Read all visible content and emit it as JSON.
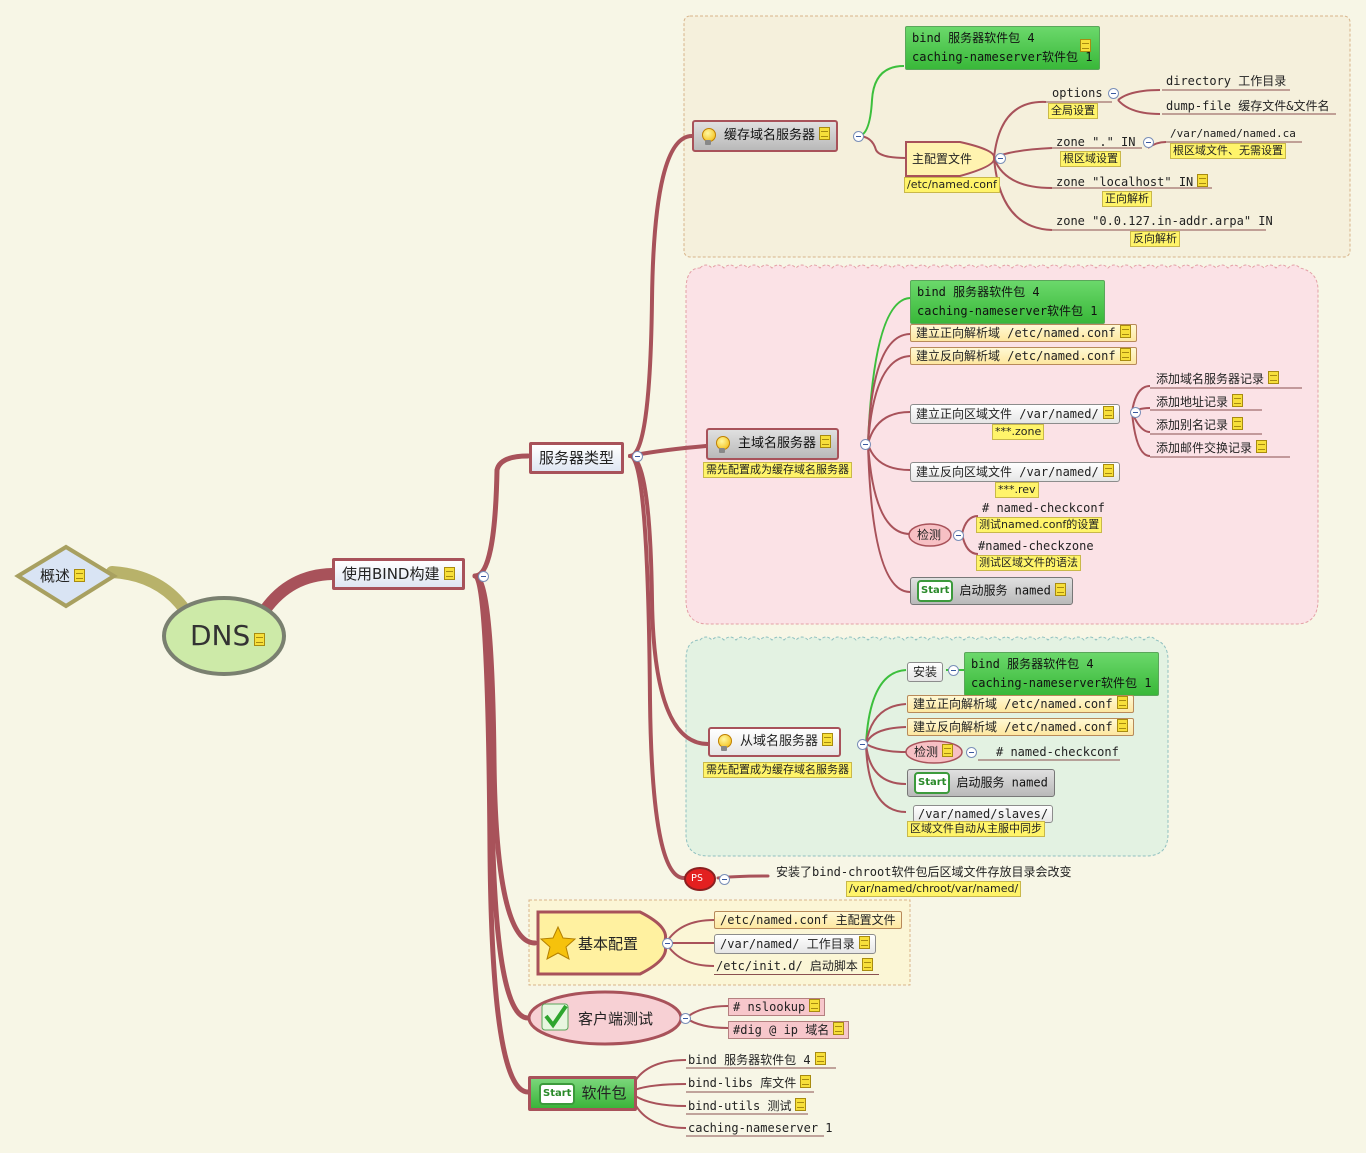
{
  "root": {
    "label": "DNS"
  },
  "overview": {
    "label": "概述"
  },
  "build": {
    "label": "使用BIND构建"
  },
  "server_types": {
    "label": "服务器类型",
    "caching": {
      "label": "缓存域名服务器",
      "pkg_line1": "bind 服务器软件包 4",
      "pkg_line2": "caching-nameserver软件包 1",
      "main_conf": "主配置文件",
      "main_conf_path": "/etc/named.conf",
      "options": "options",
      "options_note": "全局设置",
      "directory": "directory 工作目录",
      "dumpfile": "dump-file 缓存文件&文件名",
      "zone_root": "zone \".\" IN",
      "zone_root_note": "根区域设置",
      "named_ca": "/var/named/named.ca",
      "named_ca_note": "根区域文件、无需设置",
      "zone_localhost": "zone \"localhost\" IN",
      "zone_localhost_note": "正向解析",
      "zone_reverse": "zone \"0.0.127.in-addr.arpa\" IN",
      "zone_reverse_note": "反向解析"
    },
    "master": {
      "label": "主域名服务器",
      "note": "需先配置成为缓存域名服务器",
      "pkg_line1": "bind 服务器软件包 4",
      "pkg_line2": "caching-nameserver软件包 1",
      "fwd_domain": "建立正向解析域 /etc/named.conf",
      "rev_domain": "建立反向解析域 /etc/named.conf",
      "fwd_zone_file": "建立正向区域文件 /var/named/",
      "fwd_zone_note": "***.zone",
      "rev_zone_file": "建立反向区域文件 /var/named/",
      "rev_zone_note": "***.rev",
      "records": [
        "添加域名服务器记录",
        "添加地址记录",
        "添加别名记录",
        "添加邮件交换记录"
      ],
      "check": "检测",
      "checkconf": "# named-checkconf",
      "checkconf_note": "测试named.conf的设置",
      "checkzone": "#named-checkzone",
      "checkzone_note": "测试区域文件的语法",
      "start_service": "启动服务 named"
    },
    "slave": {
      "label": "从域名服务器",
      "note": "需先配置成为缓存域名服务器",
      "install": "安装",
      "pkg_line1": "bind 服务器软件包 4",
      "pkg_line2": "caching-nameserver软件包 1",
      "fwd_domain": "建立正向解析域 /etc/named.conf",
      "rev_domain": "建立反向解析域 /etc/named.conf",
      "check": "检测",
      "checkconf": "# named-checkconf",
      "start_service": "启动服务 named",
      "slaves_dir": "/var/named/slaves/",
      "slaves_note": "区域文件自动从主服中同步"
    },
    "ps": {
      "label": "PS",
      "text": "安装了bind-chroot软件包后区域文件存放目录会改变",
      "path": "/var/named/chroot/var/named/"
    }
  },
  "basic_config": {
    "label": "基本配置",
    "items": [
      "/etc/named.conf 主配置文件",
      "/var/named/ 工作目录",
      "/etc/init.d/ 启动脚本"
    ]
  },
  "client_test": {
    "label": "客户端测试",
    "items": [
      "# nslookup",
      "#dig @ ip 域名"
    ]
  },
  "packages": {
    "label": "软件包",
    "items": [
      "bind 服务器软件包 4",
      "bind-libs 库文件",
      "bind-utils 测试",
      "caching-nameserver 1"
    ]
  },
  "icons": {
    "start": "Start",
    "start_icon": "start-icon",
    "bulb_icon": "lightbulb-icon",
    "note_icon": "note-icon",
    "star_icon": "star-icon",
    "check_icon": "checkmark-icon"
  },
  "colors": {
    "branch": "#a8525a",
    "green_branch": "#3cbf3c",
    "background": "#f7f6e6",
    "caching_region": "#f5f0dc",
    "master_region": "#fbe2e6",
    "slave_region": "#e3f2e2"
  }
}
